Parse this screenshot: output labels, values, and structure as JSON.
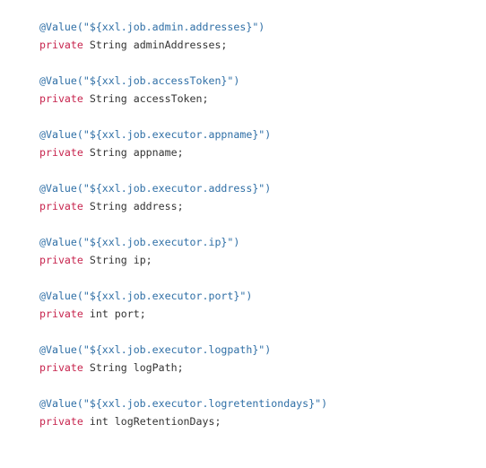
{
  "code": {
    "lines": [
      {
        "annotation": "@Value(\"${xxl.job.admin.addresses}\")",
        "keyword": "private",
        "declaration": " String adminAddresses;"
      },
      {
        "annotation": "@Value(\"${xxl.job.accessToken}\")",
        "keyword": "private",
        "declaration": " String accessToken;"
      },
      {
        "annotation": "@Value(\"${xxl.job.executor.appname}\")",
        "keyword": "private",
        "declaration": " String appname;"
      },
      {
        "annotation": "@Value(\"${xxl.job.executor.address}\")",
        "keyword": "private",
        "declaration": " String address;"
      },
      {
        "annotation": "@Value(\"${xxl.job.executor.ip}\")",
        "keyword": "private",
        "declaration": " String ip;"
      },
      {
        "annotation": "@Value(\"${xxl.job.executor.port}\")",
        "keyword": "private",
        "declaration": " int port;"
      },
      {
        "annotation": "@Value(\"${xxl.job.executor.logpath}\")",
        "keyword": "private",
        "declaration": " String logPath;"
      },
      {
        "annotation": "@Value(\"${xxl.job.executor.logretentiondays}\")",
        "keyword": "private",
        "declaration": " int logRetentionDays;"
      }
    ]
  },
  "colors": {
    "annotation": "#2f6fa6",
    "keyword": "#c7254e",
    "text": "#333333",
    "background": "#ffffff"
  }
}
